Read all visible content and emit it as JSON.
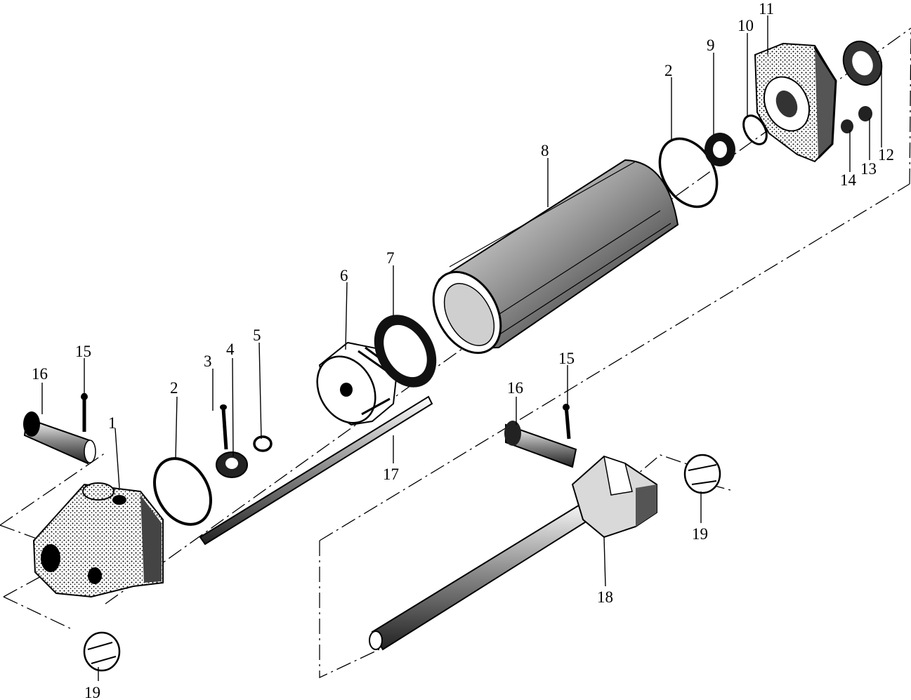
{
  "labels": {
    "l1": "1",
    "l2a": "2",
    "l2b": "2",
    "l3": "3",
    "l4": "4",
    "l5": "5",
    "l6": "6",
    "l7": "7",
    "l8": "8",
    "l9": "9",
    "l10": "10",
    "l11": "11",
    "l12": "12",
    "l13": "13",
    "l14": "14",
    "l15a": "15",
    "l15b": "15",
    "l16a": "16",
    "l16b": "16",
    "l17": "17",
    "l18": "18",
    "l19a": "19",
    "l19b": "19"
  }
}
